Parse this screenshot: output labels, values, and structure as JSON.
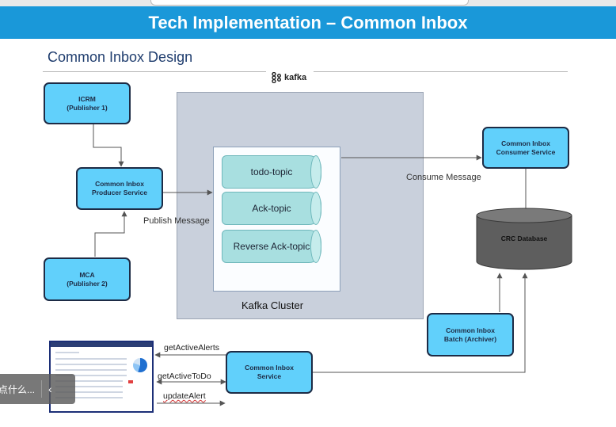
{
  "header": {
    "title": "Tech Implementation – Common Inbox"
  },
  "subtitle": "Common Inbox Design",
  "kafka_logo_text": "kafka",
  "cluster": {
    "label": "Kafka Cluster",
    "topics": [
      "todo-topic",
      "Ack-topic",
      "Reverse Ack-topic"
    ]
  },
  "nodes": {
    "icrm": "ICRM\n(Publisher 1)",
    "producer": "Common Inbox\nProducer Service",
    "mca": "MCA\n(Publisher 2)",
    "consumer": "Common Inbox\nConsumer Service",
    "database": "CRC Database",
    "batch": "Common Inbox\nBatch (Archiver)",
    "service": "Common Inbox\nService"
  },
  "edge_labels": {
    "publish": "Publish Message",
    "consume": "Consume Message"
  },
  "api": [
    "getActiveAlerts",
    "getActiveToDo",
    "updateAlert"
  ],
  "overlay": {
    "text": "点什么...",
    "chevron": "‹"
  }
}
